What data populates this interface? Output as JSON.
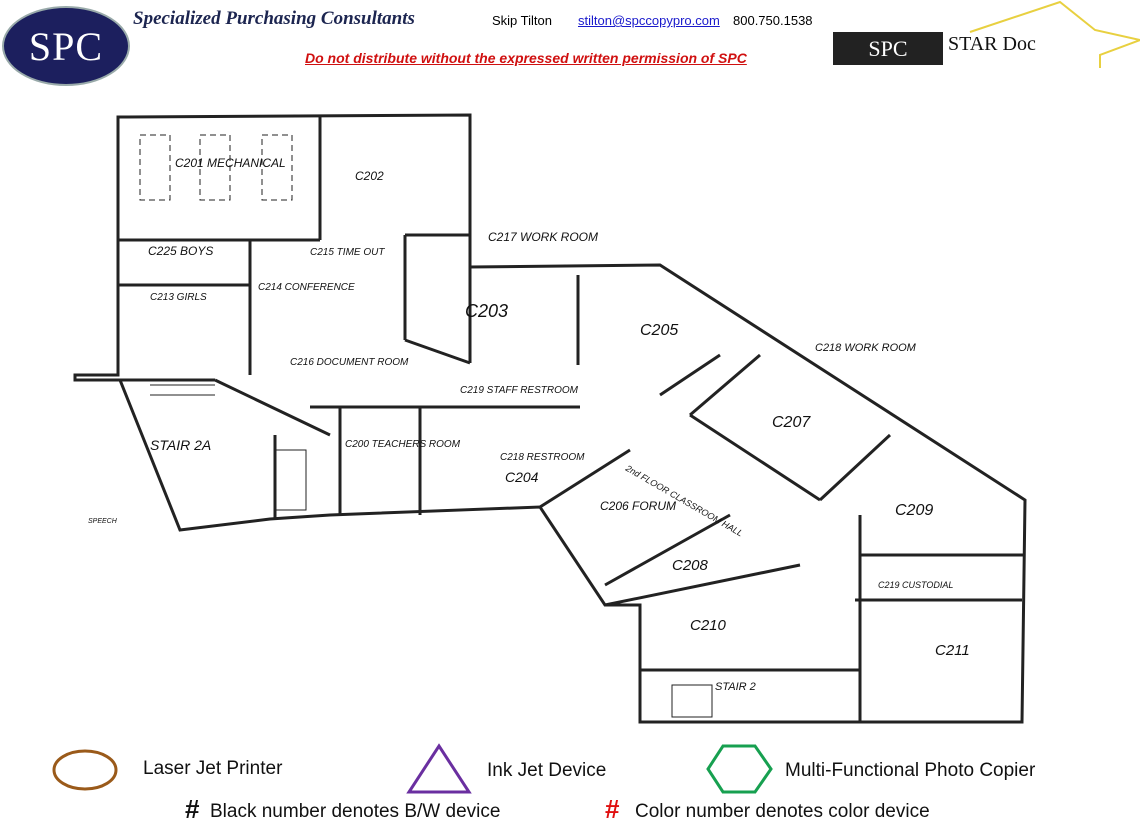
{
  "header": {
    "logo_text": "SPC",
    "company": "Specialized Purchasing Consultants",
    "contact_name": "Skip Tilton",
    "contact_email": "stilton@spccopypro.com",
    "contact_phone": "800.750.1538",
    "warning": "Do not distribute without the expressed written permission of SPC",
    "star_logo_left": "SPC",
    "star_logo_right": "STAR Doc"
  },
  "rooms": {
    "c201": "C201 MECHANICAL",
    "c202": "C202",
    "c217": "C217 WORK ROOM",
    "c225": "C225 BOYS",
    "c215": "C215 TIME OUT",
    "c214": "C214 CONFERENCE",
    "c213": "C213 GIRLS",
    "c203": "C203",
    "c205": "C205",
    "c216": "C216 DOCUMENT ROOM",
    "c218w": "C218 WORK ROOM",
    "c219s": "C219 STAFF RESTROOM",
    "c200": "C200 TEACHERS ROOM",
    "c218r": "C218 RESTROOM",
    "c204": "C204",
    "stair2a": "STAIR 2A",
    "c207": "C207",
    "hall": "2nd FLOOR CLASSROOM HALL",
    "c206": "C206 FORUM",
    "c209": "C209",
    "c208": "C208",
    "c219c": "C219 CUSTODIAL",
    "c210": "C210",
    "c211": "C211",
    "stair2": "STAIR 2",
    "speech": "SPEECH"
  },
  "legend": {
    "laser": "Laser Jet Printer",
    "inkjet": "Ink Jet Device",
    "mfp": "Multi-Functional Photo Copier",
    "hash": "#",
    "bw_note": "Black number denotes B/W device",
    "color_note": "Color number denotes color device",
    "colors": {
      "laser": "#9a5a1a",
      "inkjet": "#6a2fa0",
      "mfp": "#17a050",
      "color_hash": "#e01010"
    }
  }
}
